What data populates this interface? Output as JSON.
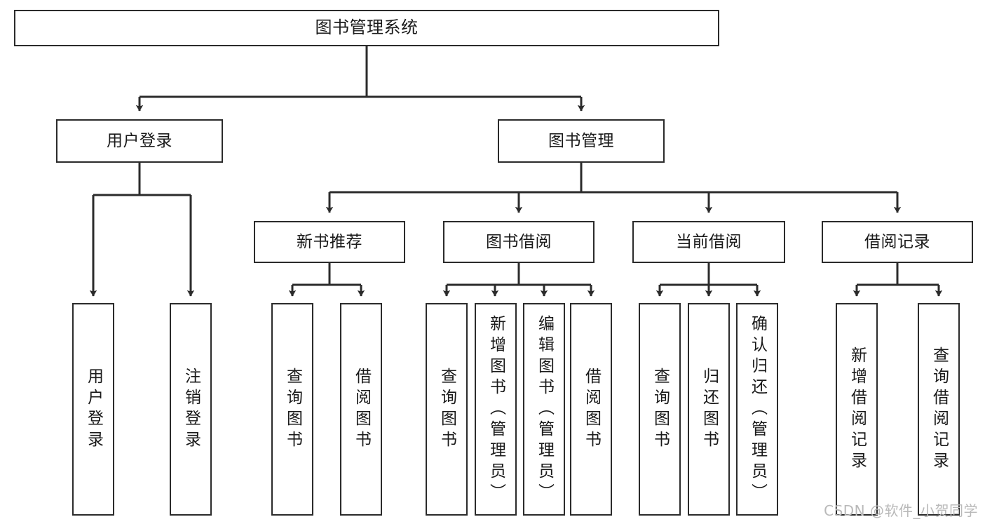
{
  "diagram": {
    "type": "tree",
    "title": "图书管理系统",
    "orientation": "top-down",
    "line_color": "#2b2b2b",
    "box_fill": "#ffffff",
    "text_color": "#1a1a1a",
    "nodes": {
      "root": {
        "label": "图书管理系统"
      },
      "level2": [
        {
          "label": "用户登录"
        },
        {
          "label": "图书管理"
        }
      ],
      "level3": [
        {
          "label": "新书推荐"
        },
        {
          "label": "图书借阅"
        },
        {
          "label": "当前借阅"
        },
        {
          "label": "借阅记录"
        }
      ],
      "leaves": {
        "user_login": [
          {
            "label": "用户登录"
          },
          {
            "label": "注销登录"
          }
        ],
        "new_book": [
          {
            "label": "查询图书"
          },
          {
            "label": "借阅图书"
          }
        ],
        "book_borrow": [
          {
            "label": "查询图书"
          },
          {
            "label": "新增图书（管理员）"
          },
          {
            "label": "编辑图书（管理员）"
          },
          {
            "label": "借阅图书"
          }
        ],
        "current_borrow": [
          {
            "label": "查询图书"
          },
          {
            "label": "归还图书"
          },
          {
            "label": "确认归还（管理员）"
          }
        ],
        "borrow_record": [
          {
            "label": "新增借阅记录"
          },
          {
            "label": "查询借阅记录"
          }
        ]
      }
    }
  },
  "watermark": {
    "text": "CSDN @软件_小贺同学"
  }
}
